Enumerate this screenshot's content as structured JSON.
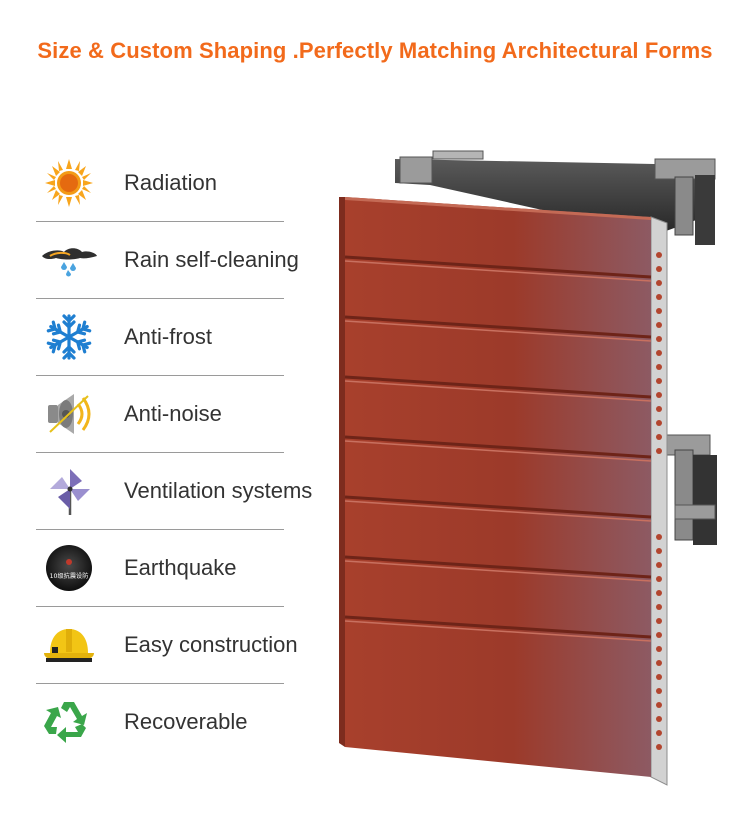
{
  "header": {
    "title": "Size & Custom Shaping .Perfectly Matching Architectural Forms",
    "title_color": "#f26a1b"
  },
  "features": [
    {
      "label": "Radiation",
      "icon": "sun-icon"
    },
    {
      "label": "Rain self-cleaning",
      "icon": "rain-cloud-icon"
    },
    {
      "label": "Anti-frost",
      "icon": "snowflake-icon"
    },
    {
      "label": "Anti-noise",
      "icon": "speaker-icon"
    },
    {
      "label": "Ventilation systems",
      "icon": "pinwheel-icon"
    },
    {
      "label": "Earthquake",
      "icon": "earthquake-icon",
      "icon_text": "10级抗震设防"
    },
    {
      "label": "Easy construction",
      "icon": "hard-hat-icon"
    },
    {
      "label": "Recoverable",
      "icon": "recycle-icon"
    }
  ],
  "product": {
    "panel_color": "#a3402d",
    "bracket_color": "#3a3a3a",
    "rail_color": "#c9c9c9"
  }
}
